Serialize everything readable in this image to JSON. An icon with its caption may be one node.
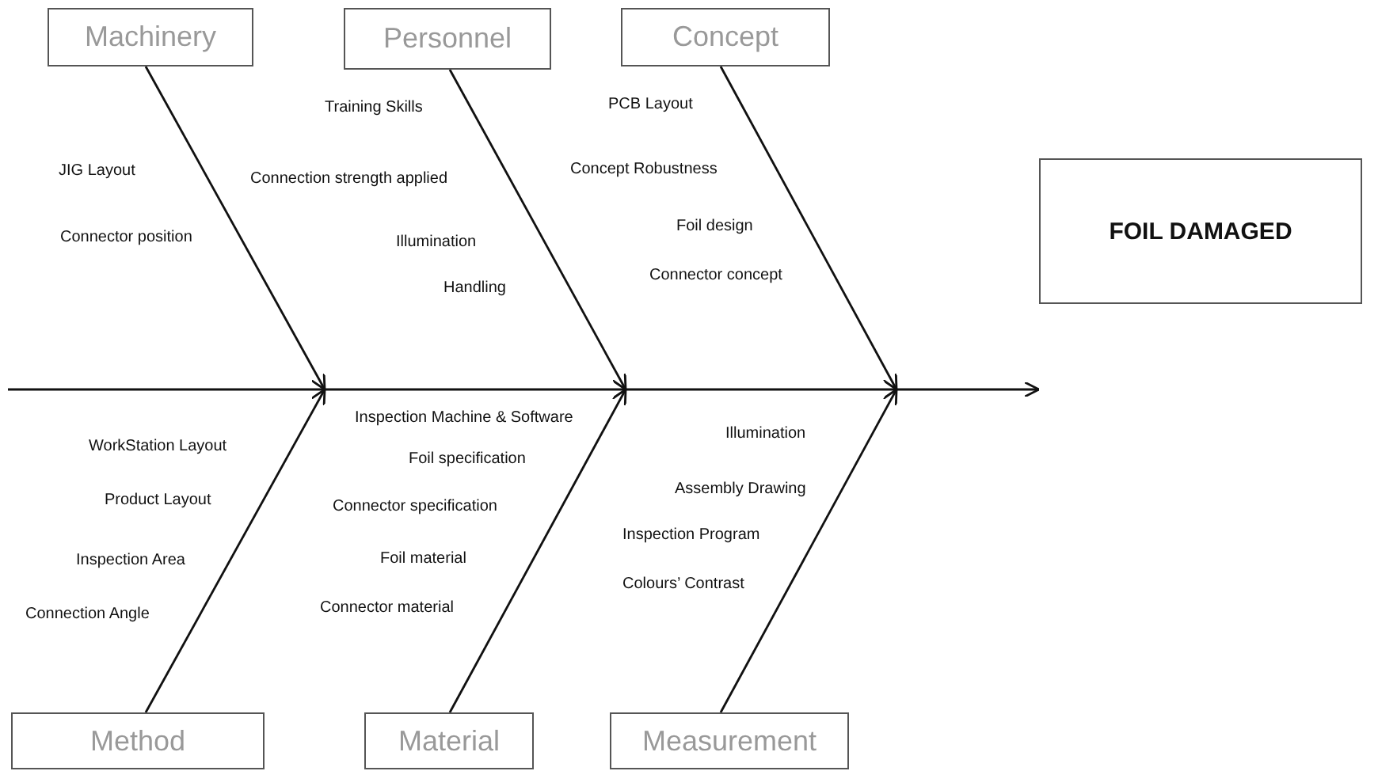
{
  "diagram": {
    "nodes": [
      {
        "text": [
          "Machinery"
        ]
      },
      {
        "text": [
          "Personnel"
        ]
      },
      {
        "text": [
          "Concept"
        ]
      },
      {
        "text": [
          "Method"
        ]
      },
      {
        "text": [
          "Material"
        ]
      },
      {
        "text": [
          "Measurement"
        ]
      },
      {
        "text": [
          "FOIL DAMAGED"
        ]
      }
    ],
    "edges": [
      {
        "from": 0,
        "to": null,
        "arrow": "to"
      },
      {
        "from": 1,
        "to": null,
        "arrow": "to"
      },
      {
        "from": 2,
        "to": null,
        "arrow": "to"
      },
      {
        "from": 3,
        "to": null,
        "arrow": "to"
      },
      {
        "from": 4,
        "to": null,
        "arrow": "to"
      },
      {
        "from": 5,
        "to": null,
        "arrow": "to"
      },
      {
        "from": null,
        "to": 6,
        "arrow": "to"
      }
    ],
    "labels": [
      "JIG Layout",
      "Connector position",
      "Training Skills",
      "Connection strength applied",
      "Illumination",
      "Handling",
      "PCB Layout",
      "Concept Robustness",
      "Foil design",
      "Connector concept",
      "WorkStation Layout",
      "Product Layout",
      "Inspection Area",
      "Connection Angle",
      "Inspection Machine & Software",
      "Foil specification",
      "Connector specification",
      "Foil material",
      "Connector material",
      "Illumination",
      "Assembly Drawing",
      "Inspection Program",
      "Colours’ Contrast"
    ]
  }
}
